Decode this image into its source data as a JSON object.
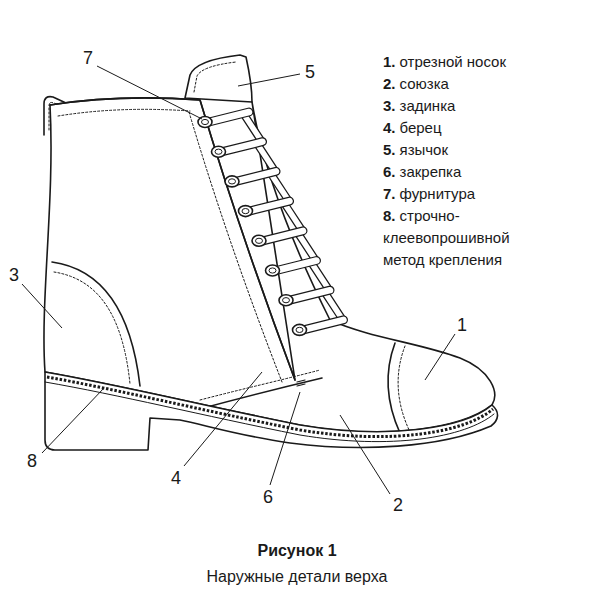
{
  "diagram": {
    "title": "Рисунок 1",
    "caption": "Наружные детали верха",
    "labels": [
      "7",
      "5",
      "3",
      "1",
      "8",
      "4",
      "6",
      "2",
      "1.",
      "отрезной носок",
      "2.",
      "союзка",
      "3.",
      "задинка",
      "4.",
      "берец",
      "5.",
      "язычок",
      "6.",
      "закрепка",
      "7.",
      "фурнитура",
      "8.",
      "строчно-клеевопрошивной метод крепления"
    ]
  }
}
